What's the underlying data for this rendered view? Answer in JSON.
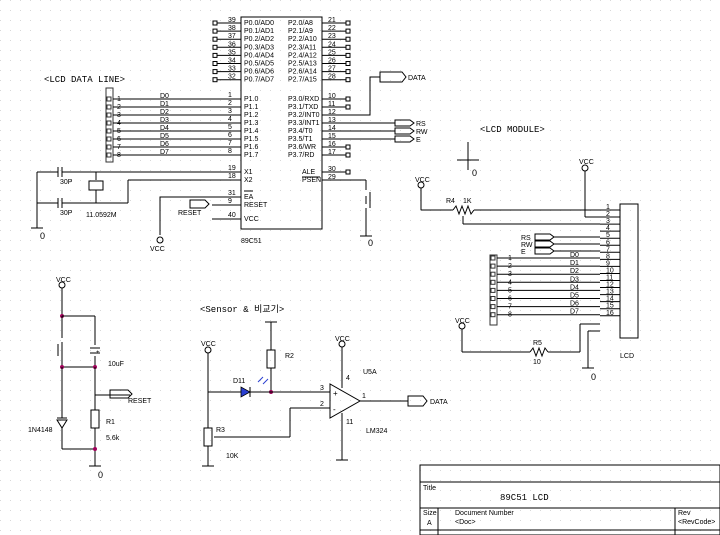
{
  "mcu": {
    "ref": "89C51",
    "left_pins": [
      {
        "num": "1",
        "label": "P1.0"
      },
      {
        "num": "2",
        "label": "P1.1"
      },
      {
        "num": "3",
        "label": "P1.2"
      },
      {
        "num": "4",
        "label": "P1.3"
      },
      {
        "num": "5",
        "label": "P1.4"
      },
      {
        "num": "6",
        "label": "P1.5"
      },
      {
        "num": "7",
        "label": "P1.6"
      },
      {
        "num": "8",
        "label": "P1.7"
      },
      {
        "num": "19",
        "label": "X1"
      },
      {
        "num": "18",
        "label": "X2"
      },
      {
        "num": "31",
        "label": "EA"
      },
      {
        "num": "9",
        "label": "RESET"
      },
      {
        "num": "40",
        "label": "VCC"
      }
    ],
    "p0_pins": [
      {
        "num": "39",
        "label": "P0.0/AD0"
      },
      {
        "num": "38",
        "label": "P0.1/AD1"
      },
      {
        "num": "37",
        "label": "P0.2/AD2"
      },
      {
        "num": "36",
        "label": "P0.3/AD3"
      },
      {
        "num": "35",
        "label": "P0.4/AD4"
      },
      {
        "num": "34",
        "label": "P0.5/AD5"
      },
      {
        "num": "33",
        "label": "P0.6/AD6"
      },
      {
        "num": "32",
        "label": "P0.7/AD7"
      }
    ],
    "p2_pins": [
      {
        "num": "21",
        "label": "P2.0/A8"
      },
      {
        "num": "22",
        "label": "P2.1/A9"
      },
      {
        "num": "23",
        "label": "P2.2/A10"
      },
      {
        "num": "24",
        "label": "P2.3/A11"
      },
      {
        "num": "25",
        "label": "P2.4/A12"
      },
      {
        "num": "26",
        "label": "P2.5/A13"
      },
      {
        "num": "27",
        "label": "P2.6/A14"
      },
      {
        "num": "28",
        "label": "P2.7/A15"
      }
    ],
    "p3_pins": [
      {
        "num": "10",
        "label": "P3.0/RXD"
      },
      {
        "num": "11",
        "label": "P3.1/TXD"
      },
      {
        "num": "12",
        "label": "P3.2/INT0"
      },
      {
        "num": "13",
        "label": "P3.3/INT1"
      },
      {
        "num": "14",
        "label": "P3.4/T0"
      },
      {
        "num": "15",
        "label": "P3.5/T1"
      },
      {
        "num": "16",
        "label": "P3.6/WR"
      },
      {
        "num": "17",
        "label": "P3.7/RD"
      }
    ],
    "ctrl_pins": [
      {
        "num": "30",
        "label": "ALE"
      },
      {
        "num": "29",
        "label": "PSEN"
      }
    ]
  },
  "lcd_data_line": {
    "title": "<LCD DATA LINE>",
    "header_pins": [
      "1",
      "2",
      "3",
      "4",
      "5",
      "6",
      "7",
      "8"
    ],
    "nets": [
      "D0",
      "D1",
      "D2",
      "D3",
      "D4",
      "D5",
      "D6",
      "D7"
    ]
  },
  "lcd_module": {
    "title": "<LCD MODULE>",
    "ref": "LCD",
    "pins": [
      "1",
      "2",
      "3",
      "4",
      "5",
      "6",
      "7",
      "8",
      "9",
      "10",
      "11",
      "12",
      "13",
      "14",
      "15",
      "16"
    ],
    "ctrl_labels": [
      "RS",
      "RW",
      "E"
    ],
    "data_labels": [
      "D0",
      "D1",
      "D2",
      "D3",
      "D4",
      "D5",
      "D6",
      "D7"
    ],
    "header_pins": [
      "1",
      "2",
      "3",
      "4",
      "5",
      "6",
      "7",
      "8"
    ],
    "r4": {
      "ref": "R4",
      "value": "1K"
    },
    "r5": {
      "ref": "R5",
      "value": "10"
    }
  },
  "port3_nets": {
    "data": "DATA",
    "rs": "RS",
    "rw": "RW",
    "e": "E"
  },
  "crystal": {
    "c1": "30P",
    "c2": "30P",
    "freq": "11.0592M"
  },
  "reset_circuit": {
    "vcc": "VCC",
    "cap": "10uF",
    "diode": "1N4148",
    "r1_ref": "R1",
    "r1_value": "5.6k",
    "net": "RESET",
    "gnd": "0"
  },
  "sensor": {
    "title": "<Sensor & 비교기>",
    "vcc": "VCC",
    "r2": "R2",
    "d11": "D11",
    "r3": "R3",
    "r3_value": "10K",
    "opamp_ref": "U5A",
    "opamp_part": "LM324",
    "pin_plus": "3",
    "pin_minus": "2",
    "pin_out": "1",
    "pin_v": "4",
    "pin_g": "11",
    "net_out": "DATA"
  },
  "misc": {
    "vcc": "VCC",
    "gnd": "0",
    "reset_net": "RESET"
  },
  "title_block": {
    "title_label": "Title",
    "title": "89C51 LCD",
    "size_label": "Size",
    "size": "A",
    "docnum_label": "Document Number",
    "docnum": "<Doc>",
    "rev_label": "Rev",
    "rev": "<RevCode>"
  }
}
